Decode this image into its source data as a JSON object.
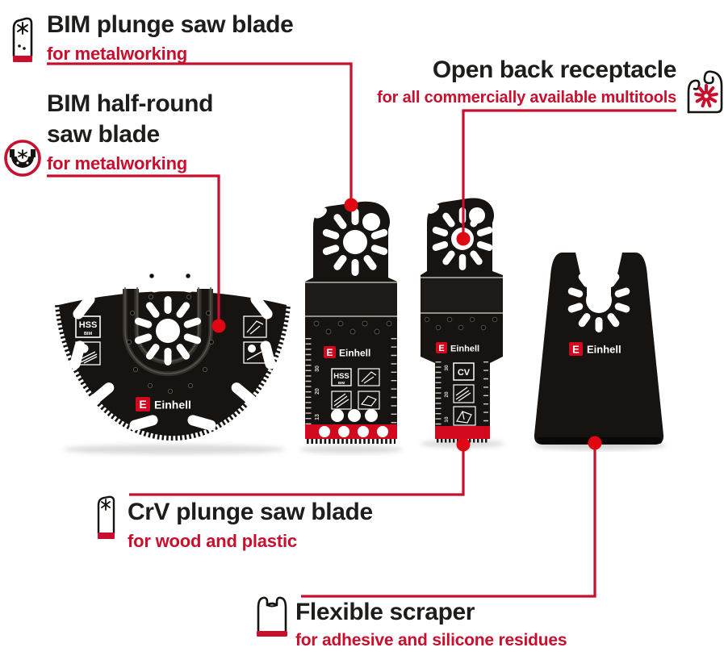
{
  "brand": "Einhell",
  "colors": {
    "accent_red": "#c8102e",
    "logo_red": "#d2091e",
    "ink": "#1d1d1b",
    "tool_black": "#161310"
  },
  "callouts": {
    "bim_plunge": {
      "title": "BIM plunge saw blade",
      "subtitle": "for metalworking",
      "icon": "plunge-saw-blade-icon"
    },
    "half_round": {
      "title_line1": "BIM half-round",
      "title_line2": "saw blade",
      "subtitle": "for metalworking",
      "icon": "half-round-blade-icon"
    },
    "open_back": {
      "title": "Open back receptacle",
      "subtitle": "for all commercially available multitools",
      "icon": "open-back-receptacle-icon"
    },
    "crv_plunge": {
      "title": "CrV plunge saw blade",
      "subtitle": "for wood and plastic",
      "icon": "crv-plunge-blade-icon"
    },
    "scraper": {
      "title": "Flexible scraper",
      "subtitle": "for adhesive and silicone residues",
      "icon": "scraper-icon"
    }
  },
  "products": {
    "half_round_blade": {
      "brand": "Einhell",
      "material": "HSS",
      "material_sub": "BIM"
    },
    "bim_plunge_blade": {
      "brand": "Einhell",
      "material": "HSS",
      "material_sub": "BIM",
      "depth_scale": [
        "30",
        "20",
        "13"
      ]
    },
    "crv_plunge_blade": {
      "brand": "Einhell",
      "material": "CV",
      "depth_scale": [
        "30",
        "20",
        "10"
      ]
    },
    "flexible_scraper": {
      "brand": "Einhell"
    }
  }
}
